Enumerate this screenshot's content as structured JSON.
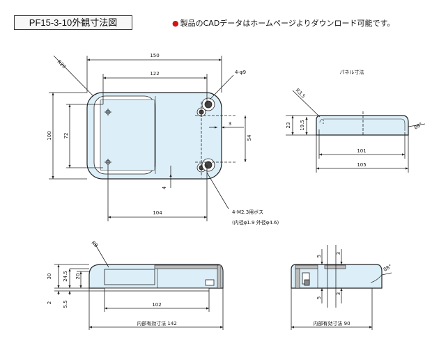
{
  "header": {
    "title": "PF15-3-10外観寸法図",
    "notice": "製品のCADデータはホームページよりダウンロード可能です。"
  },
  "colors": {
    "body_fill": "#dceef7",
    "notice_dot": "#d21414",
    "line": "#222222"
  },
  "top_view": {
    "dim_150": "150",
    "dim_122": "122",
    "dim_100": "100",
    "dim_72": "72",
    "dim_54": "54",
    "dim_3": "3",
    "dim_4": "4",
    "dim_104": "104",
    "radius_label": "R20",
    "hole_label": "4-φ9",
    "boss_label": "4-M2.3用ボス",
    "boss_sub_label": "(内径φ1.9 外径φ4.6)"
  },
  "panel_view": {
    "title": "パネル寸法",
    "radius_label": "R3.5",
    "angle_label": "88°",
    "dim_23": "23",
    "dim_19_5": "19.5",
    "dim_101": "101",
    "dim_105": "105"
  },
  "front_view": {
    "radius_label": "R8",
    "dim_30": "30",
    "dim_24_5": "24.5",
    "dim_20": "20",
    "dim_2": "2",
    "dim_5_5": "5.5",
    "dim_102": "102",
    "inner_label": "内部有効寸法 142"
  },
  "side_view": {
    "dim_5_top": "5",
    "dim_3_top": "3",
    "dim_3_bottom": "3",
    "dim_5_bottom": "5",
    "angle_label": "88°",
    "inner_label": "内部有効寸法 90"
  }
}
